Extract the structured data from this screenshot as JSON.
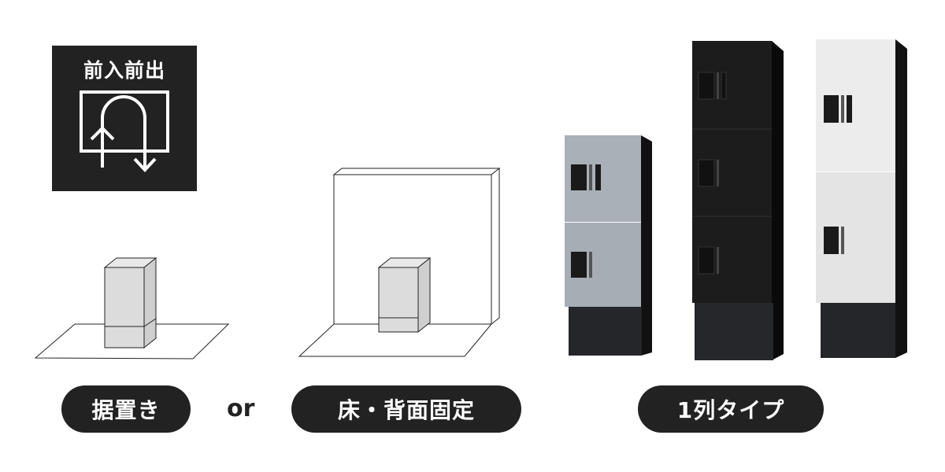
{
  "badge": {
    "title": "前入前出",
    "icon": "u-turn-arrow-icon"
  },
  "labels": {
    "freestanding": "据置き",
    "or": "or",
    "floor_wall_fixed": "床・背面固定",
    "single_column_type": "1列タイプ"
  },
  "colors": {
    "dark": "#222222",
    "silver": "#a9aeb5",
    "black_locker": "#1b1b1b",
    "white_locker": "#e6e6e6"
  }
}
